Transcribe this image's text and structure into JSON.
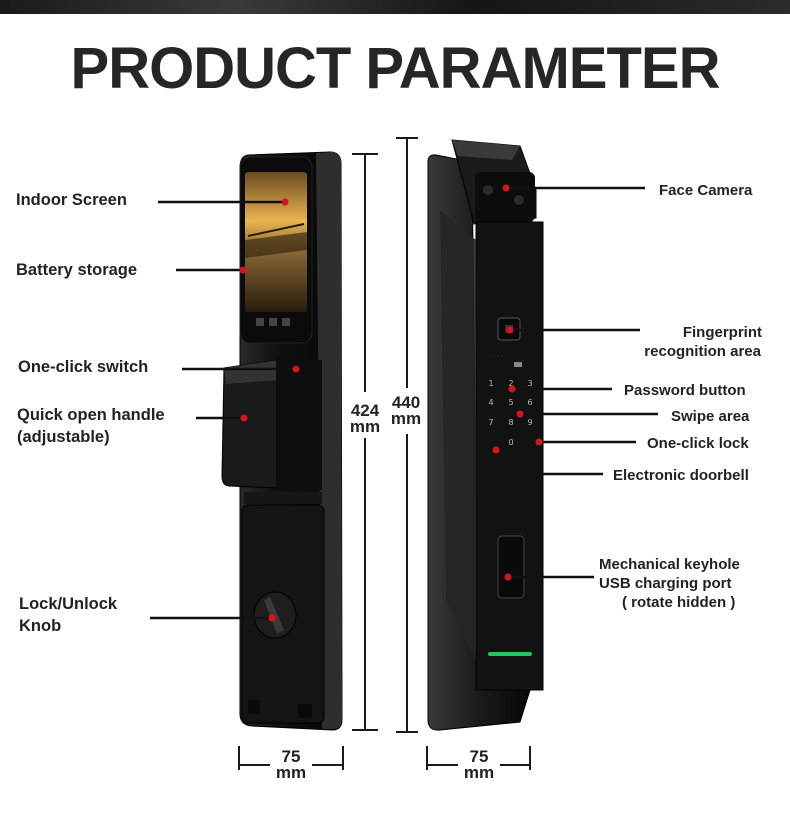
{
  "title": "PRODUCT PARAMETER",
  "left_labels": {
    "indoor_screen": "Indoor Screen",
    "battery_storage": "Battery storage",
    "one_click_switch": "One-click switch",
    "quick_open_handle": "Quick open handle",
    "adjustable": "(adjustable)",
    "lock_unlock": "Lock/Unlock",
    "knob": "Knob"
  },
  "right_labels": {
    "face_camera": "Face Camera",
    "fingerprint_1": "Fingerprint",
    "fingerprint_2": "recognition area",
    "password_button": "Password button",
    "swipe_area": "Swipe area",
    "one_click_lock": "One-click lock",
    "electronic_doorbell": "Electronic doorbell",
    "keyhole_1": "Mechanical keyhole",
    "keyhole_2": "USB charging port",
    "keyhole_3": "( rotate hidden )"
  },
  "dimensions": {
    "height_inner_value": "424",
    "height_outer_value": "440",
    "width_value": "75",
    "unit": "mm"
  },
  "keypad": [
    "1",
    "2",
    "3",
    "4",
    "5",
    "6",
    "7",
    "8",
    "9",
    "0"
  ],
  "colors": {
    "marker": "#d8141a",
    "body": "#111111",
    "led": "#22c55e"
  }
}
